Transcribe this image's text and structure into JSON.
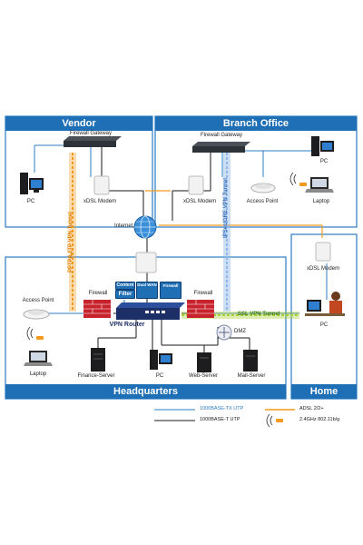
{
  "sections": {
    "vendor": "Vendor",
    "branch": "Branch Office",
    "hq": "Headquarters",
    "home": "Home"
  },
  "labels": {
    "vendor_gateway": "Firewall Gateway",
    "branch_gateway": "Firewall Gateway",
    "vendor_pc": "PC",
    "vendor_modem": "xDSL Modem",
    "branch_modem": "xDSL Modem",
    "branch_ap": "Access Point",
    "branch_pc": "PC",
    "branch_laptop": "Laptop",
    "internet": "Internet",
    "home_modem": "xDSL Modem",
    "home_pc": "PC",
    "hq_ap": "Access Point",
    "hq_laptop": "Laptop",
    "firewall_left": "Firewall",
    "firewall_right": "Firewall",
    "vpn_router": "VPN Router",
    "dmz": "DMZ",
    "finance_server": "Finance-Server",
    "hq_pc": "PC",
    "web_server": "Web-Server",
    "mail_server": "Mail-Server"
  },
  "tags": {
    "content": "Content",
    "filter": "Filter",
    "dual_wan": "Dual WAN",
    "firewall": "Firewall"
  },
  "tunnels": {
    "pptp": "PPTP/L2TP VPN Tunnel",
    "ipsec": "IPSec/GRE VPN Tunnel",
    "ssl": "SSL VPN Tunnel"
  },
  "legend": {
    "tx": "1000BASE-TX UTP",
    "t": "1000BASE-T UTP",
    "adsl": "ADSL 2/2+",
    "wifi": "2.4GHz 802.11b/g"
  },
  "colors": {
    "section_header": "#1e6fb5",
    "section_border": "#2a7cc4",
    "cable_blue": "#2a7cc4",
    "cable_dark": "#1a1a1a",
    "adsl_orange": "#f39a1e",
    "pptp_tunnel": "#f39a1e",
    "ipsec_tunnel": "#8fb7e8",
    "ssl_tunnel": "#a9cf3b",
    "firewall_red": "#c8232c"
  }
}
